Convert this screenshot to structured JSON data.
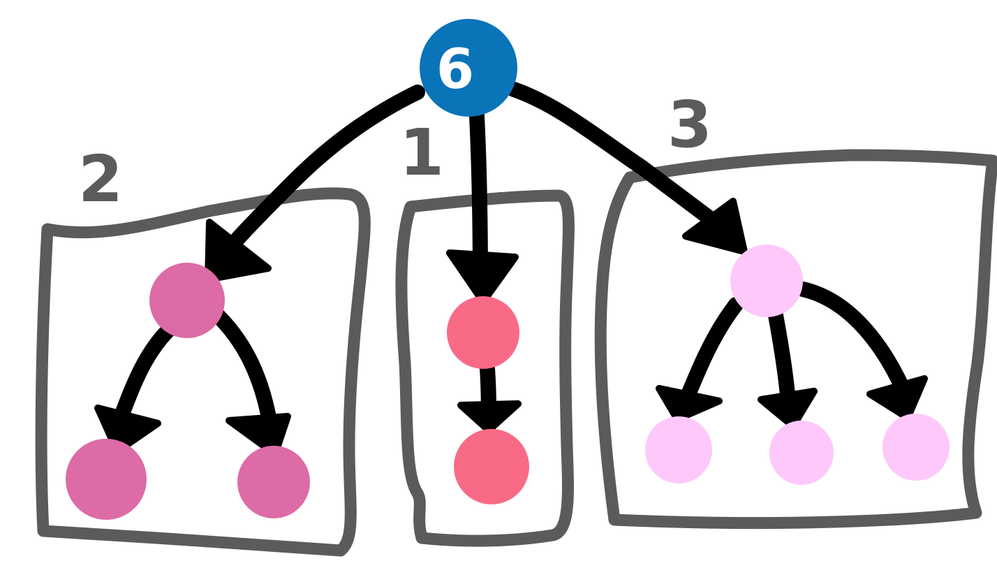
{
  "diagram": {
    "root": {
      "label": "6",
      "color": "#0a74b9"
    },
    "groups": [
      {
        "label": "2",
        "color": "#dc6ba6"
      },
      {
        "label": "1",
        "color": "#f96a86"
      },
      {
        "label": "3",
        "color": "#fec8fb"
      }
    ],
    "colors": {
      "box_stroke": "#5b5b5b",
      "edges": "#000000"
    }
  }
}
